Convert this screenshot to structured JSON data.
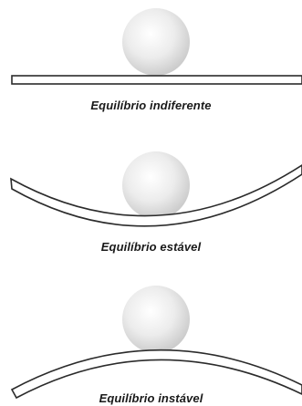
{
  "colors": {
    "background": "#ffffff",
    "outline": "#2b2b2b",
    "surface_fill": "#ffffff",
    "ball_highlight": "#ffffff",
    "ball_shadow": "#c9c9c9"
  },
  "panels": [
    {
      "kind": "flat",
      "caption": "Equilíbrio indiferente",
      "ball_icon": "sphere-icon",
      "surface_icon": "flat-plate-icon"
    },
    {
      "kind": "concave",
      "caption": "Equilíbrio estável",
      "ball_icon": "sphere-icon",
      "surface_icon": "concave-plate-icon"
    },
    {
      "kind": "convex",
      "caption": "Equilíbrio instável",
      "ball_icon": "sphere-icon",
      "surface_icon": "convex-plate-icon"
    }
  ]
}
